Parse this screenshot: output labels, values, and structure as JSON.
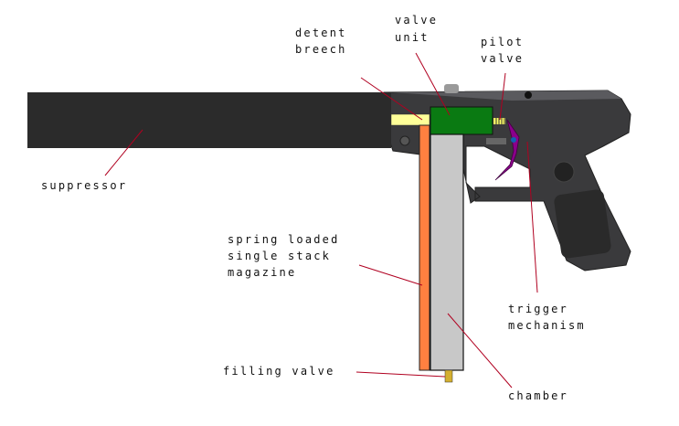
{
  "labels": {
    "detent_breech": [
      "detent",
      "breech"
    ],
    "valve_unit": [
      "valve",
      "unit"
    ],
    "pilot_valve": [
      "pilot",
      "valve"
    ],
    "suppressor": "suppressor",
    "magazine": [
      "spring loaded",
      "single stack",
      "magazine"
    ],
    "filling_valve": "filling valve",
    "chamber": "chamber",
    "trigger_mechanism": [
      "trigger",
      "mechanism"
    ]
  },
  "colors": {
    "suppressor": "#2b2b2b",
    "breech": "#ffff99",
    "valve_unit": "#0a7a12",
    "magazine": "#ff8040",
    "chamber": "#c8c8c8",
    "trigger": "#8b008b",
    "leader": "#b00020"
  }
}
